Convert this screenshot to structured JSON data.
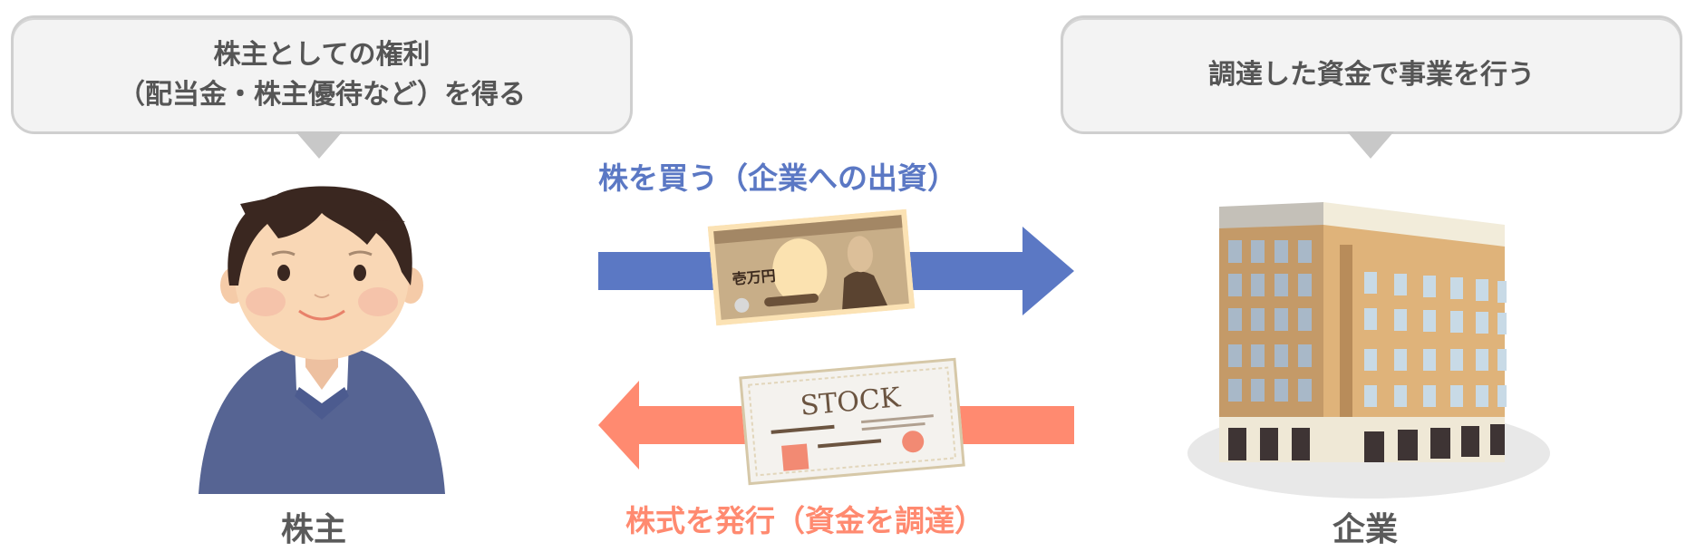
{
  "shareholder_bubble": {
    "line1": "株主としての権利",
    "line2": "（配当金・株主優待など）を得る"
  },
  "company_bubble": {
    "text": "調達した資金で事業を行う"
  },
  "top_flow": {
    "caption": "株を買う（企業への出資）",
    "direction": "right",
    "color": "#5b78c4",
    "item": {
      "icon": "banknote-icon",
      "text": "壱万円"
    }
  },
  "bottom_flow": {
    "caption": "株式を発行（資金を調達）",
    "direction": "left",
    "color": "#ff8a70",
    "item": {
      "icon": "stock-certificate-icon",
      "text": "STOCK"
    }
  },
  "shareholder": {
    "label": "株主",
    "icon": "person-icon"
  },
  "company": {
    "label": "企業",
    "icon": "building-icon"
  },
  "colors": {
    "bubble_fill": "#f3f3f3",
    "bubble_border": "#cfcfcf",
    "text_gray": "#555555",
    "blue": "#5b78c4",
    "salmon": "#ff8a70"
  }
}
